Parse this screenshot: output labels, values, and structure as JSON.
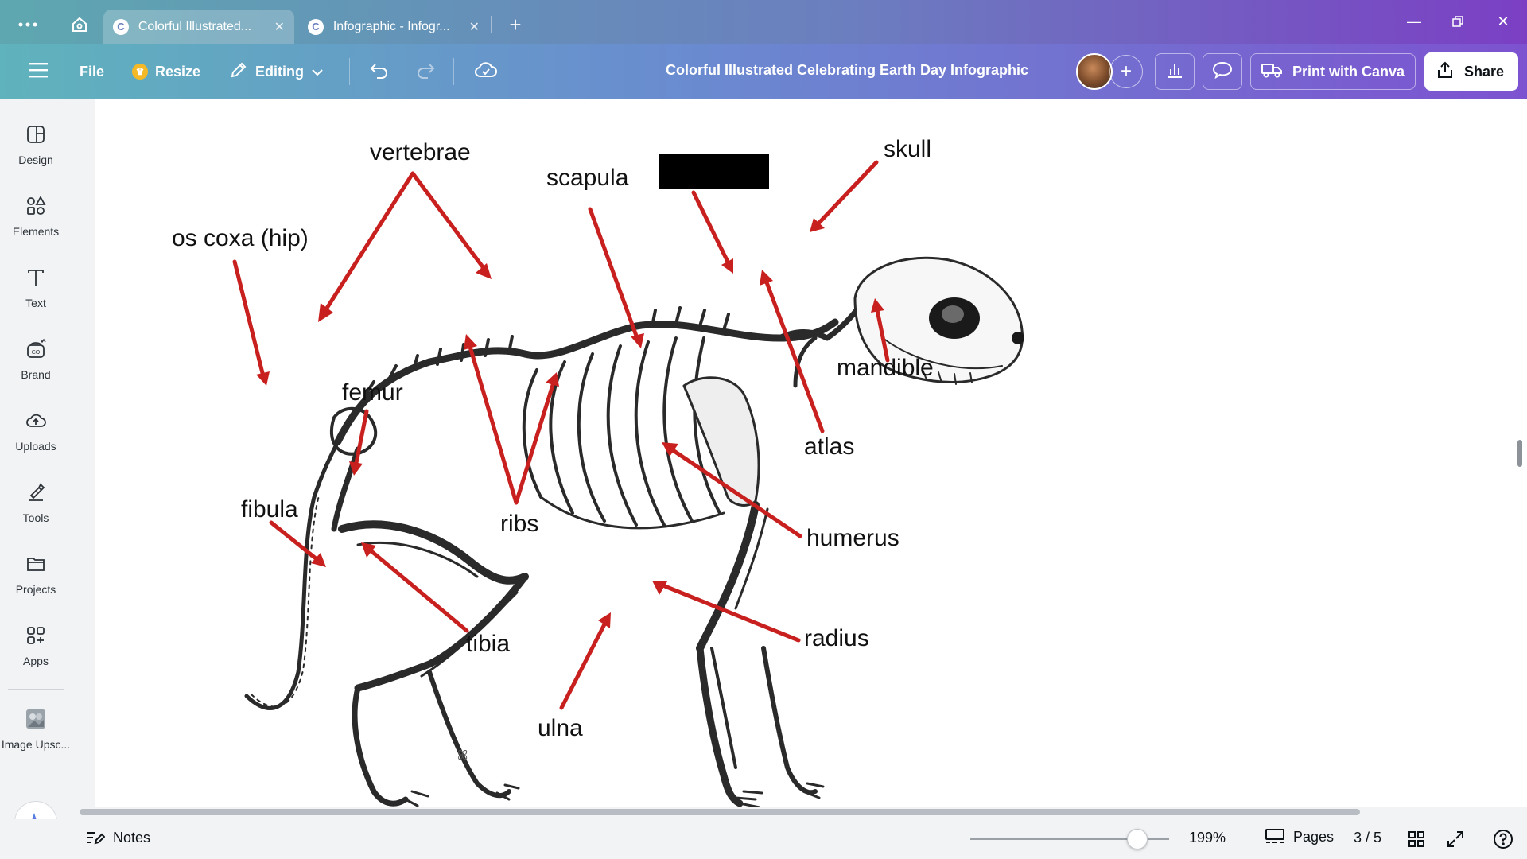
{
  "browser": {
    "tabs": [
      {
        "title": "Colorful Illustrated...",
        "active": true
      },
      {
        "title": "Infographic - Infogr...",
        "active": false
      }
    ]
  },
  "toolbar": {
    "file_label": "File",
    "resize_label": "Resize",
    "editing_label": "Editing",
    "doc_title": "Colorful Illustrated Celebrating Earth Day Infographic",
    "print_label": "Print with Canva",
    "share_label": "Share"
  },
  "sidebar": {
    "items": [
      {
        "label": "Design",
        "icon": "design-icon"
      },
      {
        "label": "Elements",
        "icon": "elements-icon"
      },
      {
        "label": "Text",
        "icon": "text-icon"
      },
      {
        "label": "Brand",
        "icon": "brand-icon"
      },
      {
        "label": "Uploads",
        "icon": "uploads-icon"
      },
      {
        "label": "Tools",
        "icon": "tools-icon"
      },
      {
        "label": "Projects",
        "icon": "projects-icon"
      },
      {
        "label": "Apps",
        "icon": "apps-icon"
      },
      {
        "label": "Image Upsc...",
        "icon": "image-upscaler-icon"
      }
    ]
  },
  "diagram": {
    "labels": {
      "vertebrae": "vertebrae",
      "scapula": "scapula",
      "skull": "skull",
      "os_coxa": "os coxa (hip)",
      "mandible": "mandible",
      "femur": "femur",
      "atlas": "atlas",
      "fibula": "fibula",
      "ribs": "ribs",
      "humerus": "humerus",
      "tibia": "tibia",
      "radius": "radius",
      "ulna": "ulna"
    },
    "arrow_color": "#c8201e"
  },
  "bottombar": {
    "notes_label": "Notes",
    "zoom": "199%",
    "zoom_level": 0.84,
    "pages_label": "Pages",
    "page_count": "3 / 5"
  },
  "colors": {
    "toolbar_gradient_start": "#5fb3bc",
    "toolbar_gradient_end": "#7d52d0",
    "canvas_bg": "#ffffff",
    "app_bg": "#f2f3f5"
  }
}
